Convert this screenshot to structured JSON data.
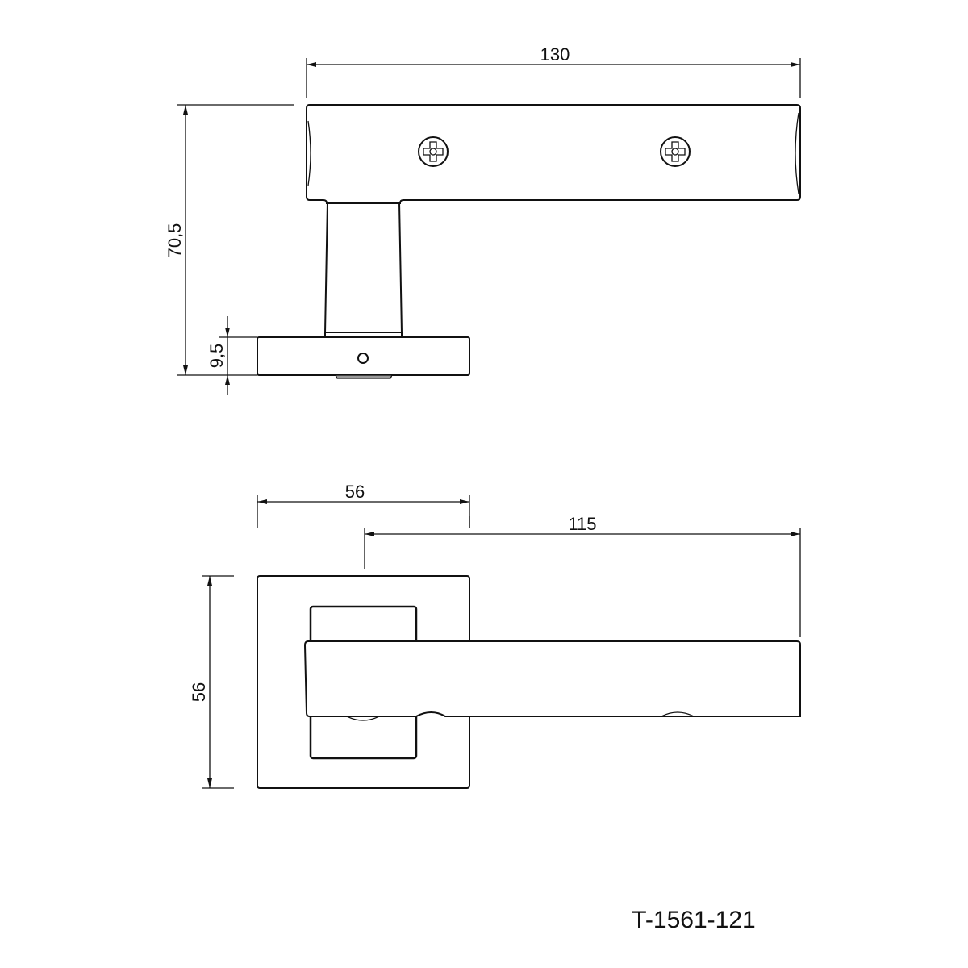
{
  "drawing": {
    "part_number": "T-1561-121",
    "side_view": {
      "dim_length": "130",
      "dim_height": "70,5",
      "dim_rose_thickness": "9,5"
    },
    "top_view": {
      "dim_rose_width": "56",
      "dim_projection": "115",
      "dim_rose_height": "56"
    }
  }
}
